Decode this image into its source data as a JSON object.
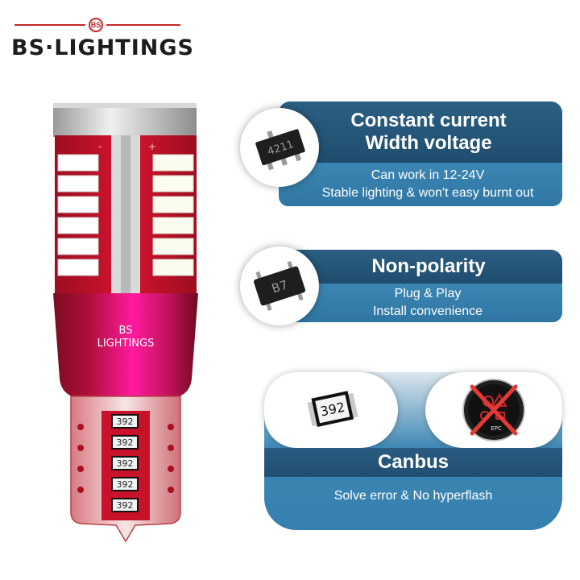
{
  "brand": {
    "logo_text": "BS·LIGHTINGS",
    "badge_text": "BS"
  },
  "bulb": {
    "collar_text_line1": "BS",
    "collar_text_line2": "LIGHTINGS",
    "pcb_minus": "-",
    "pcb_plus": "+",
    "resistor_label": "392",
    "resistor_count": 5
  },
  "features": [
    {
      "title_line1": "Constant current",
      "title_line2": "Width voltage",
      "desc_line1": "Can work in 12-24V",
      "desc_line2": "Stable lighting & won't easy burnt out",
      "icon": "chip-4211-icon",
      "icon_text": "4211"
    },
    {
      "title_line1": "Non-polarity",
      "desc_line1": "Plug & Play",
      "desc_line2": "Install convenience",
      "icon": "bridge-rectifier-b7-icon",
      "icon_text": "B7"
    },
    {
      "title_line1": "Canbus",
      "desc_line1": "Solve error & No hyperflash",
      "icon_left": "resistor-392-icon",
      "icon_left_text": "392",
      "icon_right": "dashboard-warning-crossed-icon",
      "icon_right_text": "EPC"
    }
  ],
  "colors": {
    "title_bar": "#1f4d6e",
    "sub_bar": "#3580af",
    "pcb_red": "#c8122a",
    "collar_pink": "#e0107a",
    "logo_red": "#c62828"
  }
}
